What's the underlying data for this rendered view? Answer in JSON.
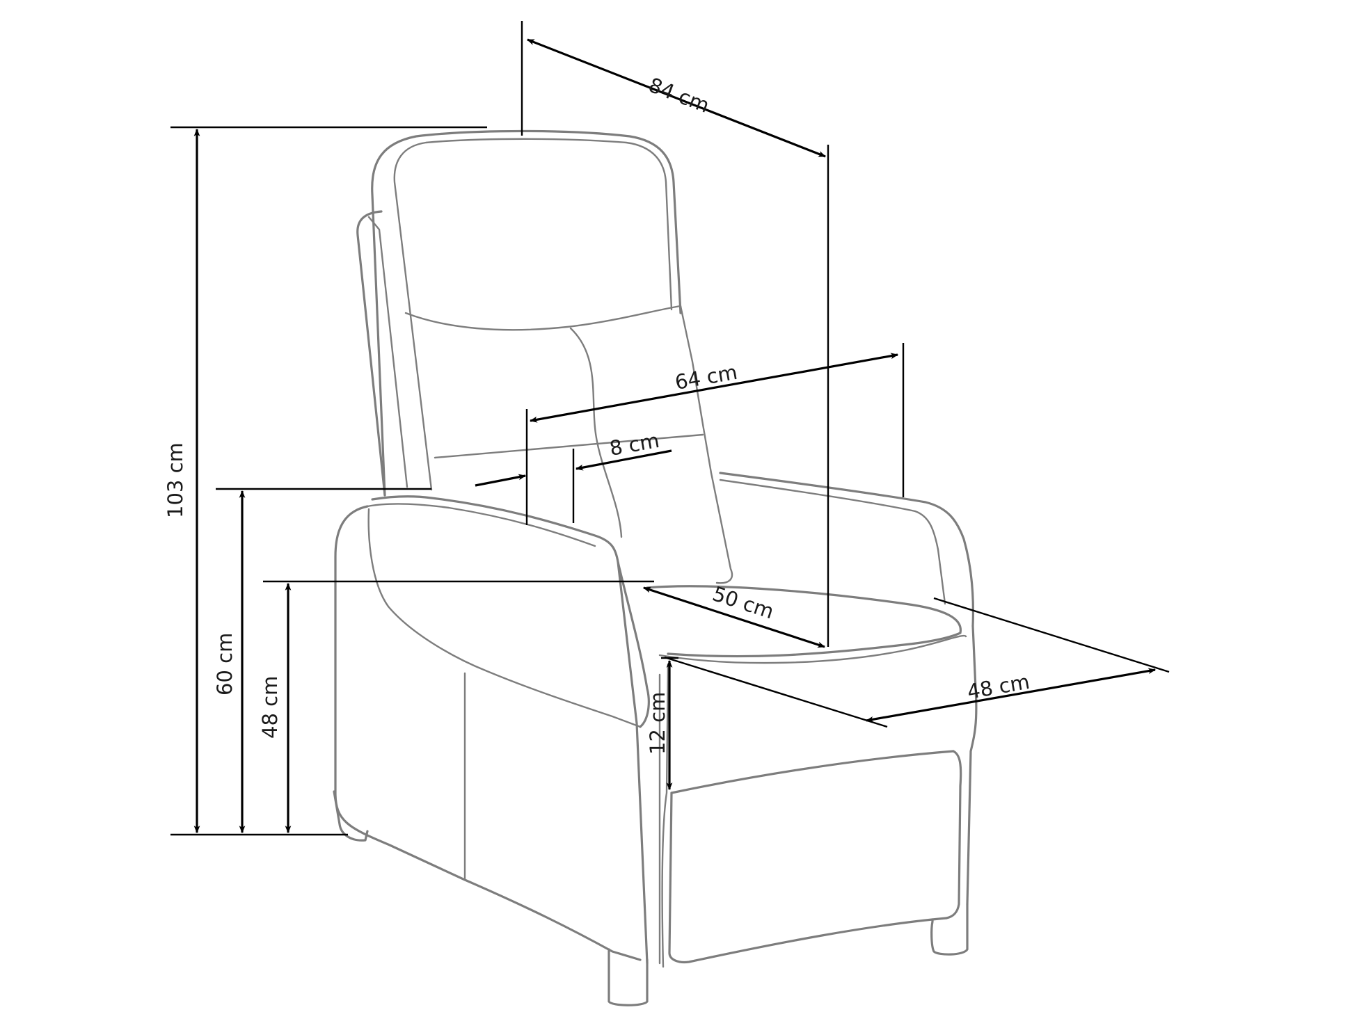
{
  "dimensions": {
    "depth_84": "84 cm",
    "height_103": "103 cm",
    "seat_width_64": "64 cm",
    "armrest_8": "8 cm",
    "arm_height_60": "60 cm",
    "seat_height_48": "48 cm",
    "seat_depth_50": "50 cm",
    "footrest_48": "48 cm",
    "footrest_12": "12 cm"
  },
  "colors": {
    "outline": "#7d7d7d",
    "dimension_line": "#000000",
    "background": "#ffffff"
  }
}
